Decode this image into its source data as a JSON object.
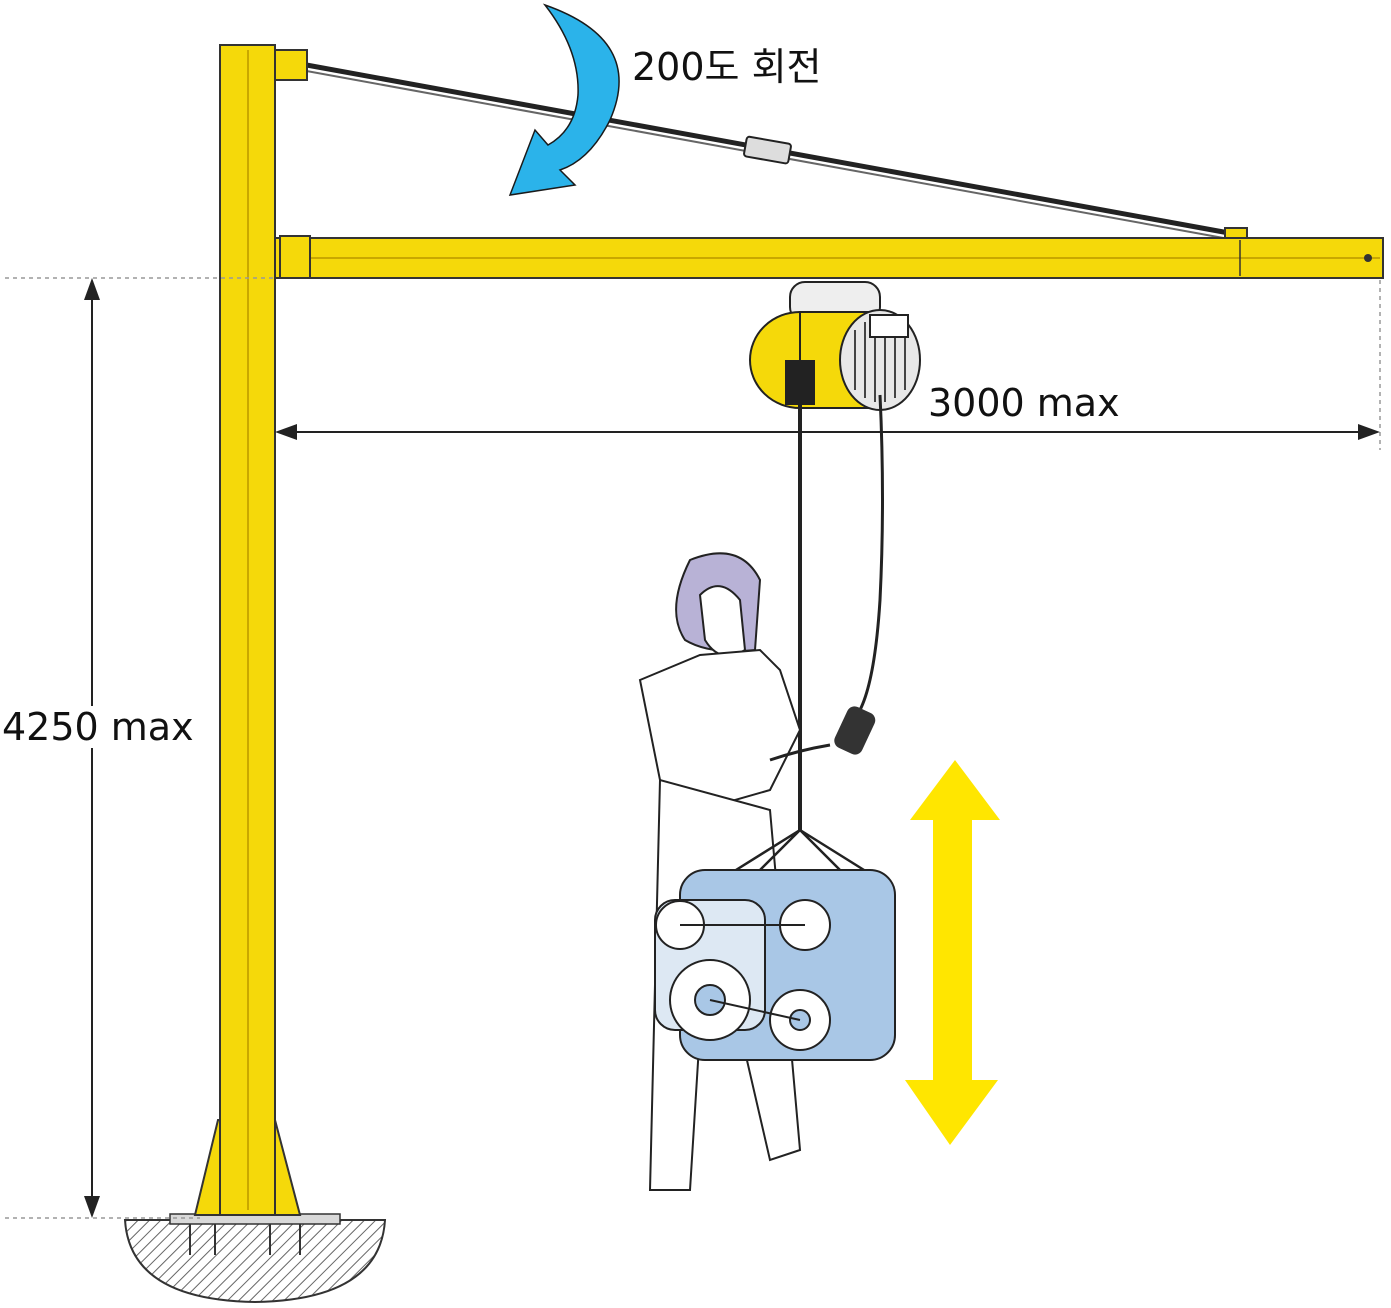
{
  "labels": {
    "rotation": "200도 회전",
    "reach": "3000 max",
    "height": "4250 max"
  },
  "colors": {
    "crane_yellow": "#f5d90a",
    "rotation_arrow": "#2bb3ea",
    "lift_arrow": "#ffe600",
    "engine_blue": "#a9c7e6",
    "hair": "#b8b2d6",
    "outline": "#1a1a1a"
  },
  "icons": {
    "rotation": "curved-rotation-arrow-icon",
    "lift": "double-vertical-arrow-icon"
  }
}
